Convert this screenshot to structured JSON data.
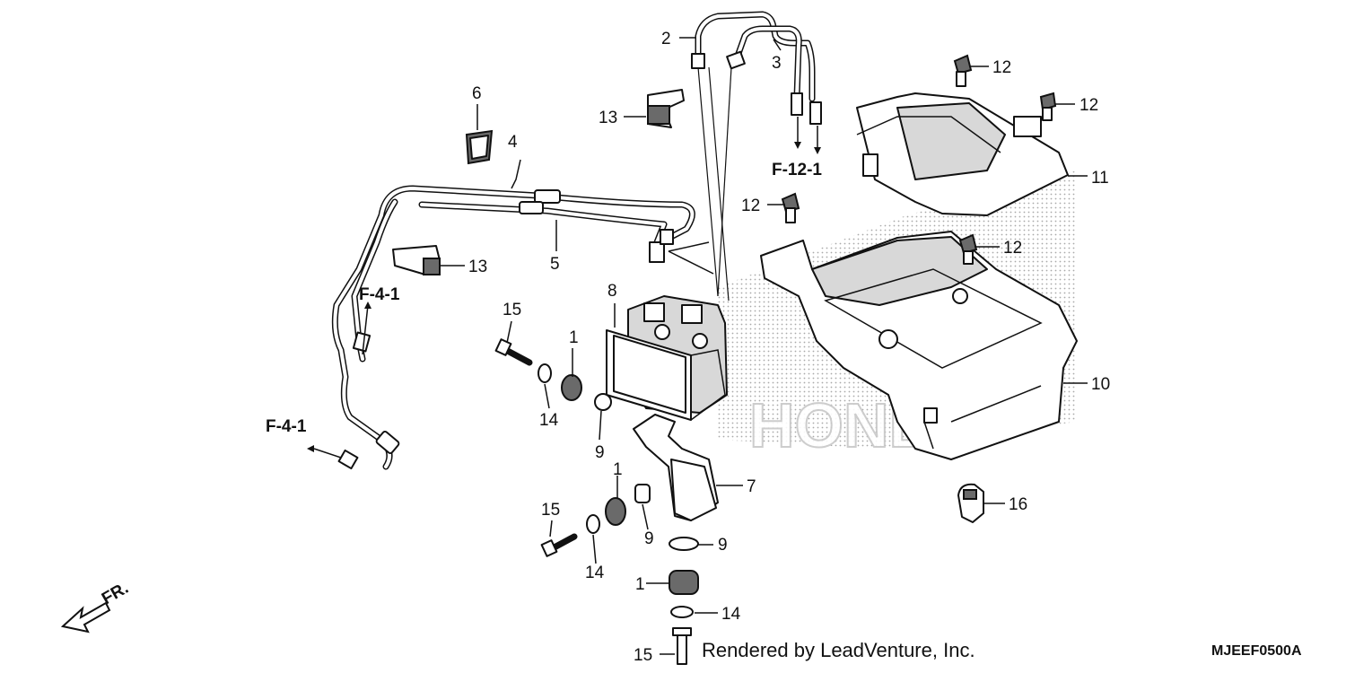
{
  "callouts": {
    "c1a": "1",
    "c1b": "1",
    "c1c": "1",
    "c2": "2",
    "c3": "3",
    "c4": "4",
    "c5": "5",
    "c6": "6",
    "c7": "7",
    "c8": "8",
    "c9a": "9",
    "c9b": "9",
    "c9c": "9",
    "c10": "10",
    "c11": "11",
    "c12a": "12",
    "c12b": "12",
    "c12c": "12",
    "c12d": "12",
    "c13a": "13",
    "c13b": "13",
    "c14a": "14",
    "c14b": "14",
    "c14c": "14",
    "c15a": "15",
    "c15b": "15",
    "c15c": "15",
    "c16": "16"
  },
  "references": {
    "f41a": "F-4-1",
    "f41b": "F-4-1",
    "f121": "F-12-1"
  },
  "front_arrow_label": "FR.",
  "watermark": "HONDA",
  "footer": {
    "credit": "Rendered by LeadVenture, Inc.",
    "diagram_code": "MJEEF0500A"
  }
}
